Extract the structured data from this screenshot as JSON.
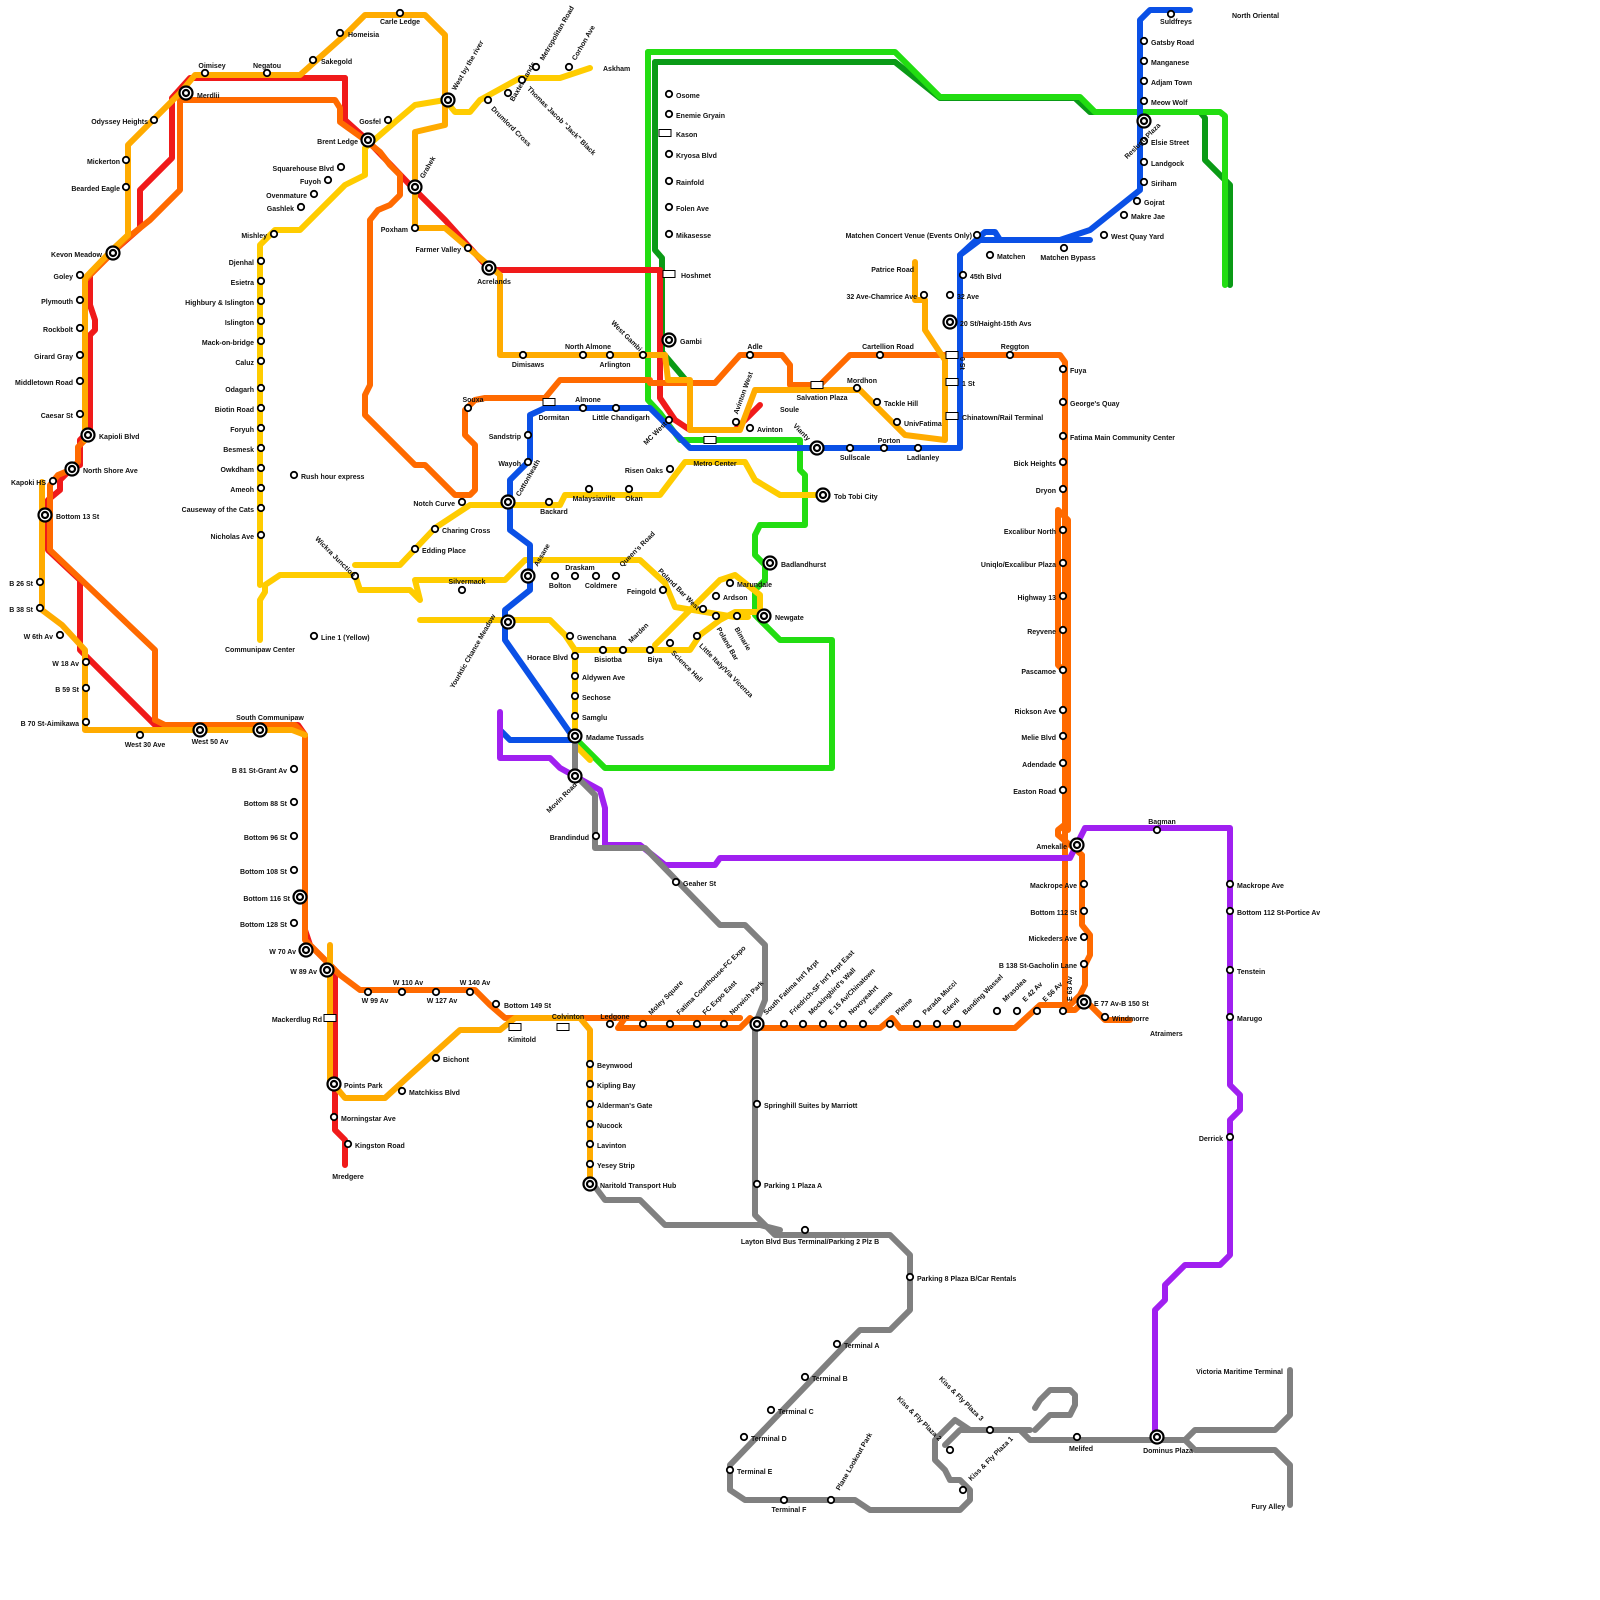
{
  "colors": {
    "red": "#f01a1a",
    "orange_dark": "#ff6a00",
    "orange": "#ffab00",
    "yellow": "#ffcc00",
    "green_light": "#22dd11",
    "green_dark": "#0a9a16",
    "blue": "#0a50e6",
    "purple": "#a020f0",
    "gray": "#808080"
  },
  "stations": {
    "carle_ledge": "Carle Ledge",
    "homeisia": "Homeisia",
    "sakegold": "Sakegold",
    "negatou": "Negatou",
    "oimisey": "Oimisey",
    "merdlii": "Merdlii",
    "odyssey_heights": "Odyssey Heights",
    "mickerton": "Mickerton",
    "bearded_eagle": "Bearded Eagle",
    "kevon_meadow": "Kevon Meadow",
    "goley": "Goley",
    "plymouth": "Plymouth",
    "rockbolt": "Rockbolt",
    "girard_gray": "Girard Gray",
    "middletown_road": "Middletown Road",
    "caesar_st": "Caesar St",
    "kapioli_blvd": "Kapioli Blvd",
    "north_shore_ave": "North Shore Ave",
    "kapoki_hs": "Kapoki HS",
    "bottom_13_st": "Bottom 13 St",
    "b26_st": "B 26 St",
    "b38_st": "B 38 St",
    "w6th_av": "W 6th Av",
    "w18_av": "W 18 Av",
    "b59_st": "B 59 St",
    "b70_st": "B 70 St-Aimikawa",
    "west_30_ave": "West 30 Ave",
    "west_50_av": "West 50 Av",
    "south_communipaw": "South Communipaw",
    "b81_st": "B 81 St-Grant Av",
    "bottom_88": "Bottom 88 St",
    "bottom_96": "Bottom 96 St",
    "bottom_108": "Bottom 108 St",
    "bottom_116": "Bottom 116 St",
    "bottom_128": "Bottom 128 St",
    "w70_av": "W 70 Av",
    "w89_av": "W 89 Av",
    "mackerdlug": "Mackerdlug Rd",
    "points_park": "Points Park",
    "morningstar": "Morningstar Ave",
    "kingston_road": "Kingston Road",
    "mredgere": "Mredgere",
    "w99_av": "W 99 Av",
    "w110_av": "W 110 Av",
    "w127_av": "W 127 Av",
    "w140_av": "W 140 Av",
    "bottom_149": "Bottom 149 St",
    "kimitold": "Kimitold",
    "colvinton": "Colvinton",
    "bichont": "Bichont",
    "matchkiss": "Matchkiss Blvd",
    "ledgone": "Ledgone",
    "moley_square": "Moley Square",
    "fatima_courthouse": "Fatima Courthouse-FC Expo",
    "fc_expo_east": "FC Expo East",
    "norwich_park": "Norwich Park",
    "south_fatima_intl": "South Fatima Int'l Arpt",
    "friedrich_sf": "Friedrich-SF Int'l Arpt East",
    "mockingbird": "Mockingbird's Wall",
    "e15_av": "E 15 Av/Chinatown",
    "novoyeahrt": "Novoyeahrt",
    "esesema": "Esesema",
    "pleine": "Pleine",
    "parada_mucci": "Parada Mucci",
    "edevil": "Edevil",
    "banding_wassel": "Banding Wassel",
    "mrasolea": "Mrasolea",
    "e42_av": "E 42 Av",
    "e56_av": "E 56 Av",
    "e63_av": "E 63 Av",
    "e77_av": "E 77 Av-B 150 St",
    "windmorre": "Windmorre",
    "atraimers": "Atraimers",
    "beynwood": "Beynwood",
    "kipling_bay": "Kipling Bay",
    "aldermans_gate": "Alderman's Gate",
    "nucock": "Nucock",
    "lavinton": "Lavinton",
    "yesey_strip": "Yesey Strip",
    "naritold": "Naritold Transport Hub",
    "springhill": "Springhill Suites by Marriott",
    "parking1": "Parking 1 Plaza A",
    "layton_blvd": "Layton Blvd Bus Terminal/Parking 2 Plz B",
    "parking8": "Parking 8 Plaza B/Car Rentals",
    "terminal_a": "Terminal A",
    "terminal_b": "Terminal B",
    "terminal_c": "Terminal C",
    "terminal_d": "Terminal D",
    "terminal_e": "Terminal E",
    "terminal_f": "Terminal F",
    "plane_lookout": "Plane Lookout Park",
    "kiss_fly_1": "Kiss & Fly Plaza 1",
    "kiss_fly_2": "Kiss & Fly Plaza 2",
    "kiss_fly_3": "Kiss & Fly Plaza 3",
    "melifed": "Melifed",
    "dominus_plaza": "Dominus Plaza",
    "victoria_maritime": "Victoria Maritime Terminal",
    "fury_alley": "Fury Alley",
    "derrick": "Derrick",
    "marugo": "Marugo",
    "tenstein": "Tenstein",
    "bottom_112_portice": "Bottom 112 St-Portice Av",
    "mackrope_ave_e": "Mackrope Ave",
    "bagman": "Bagman",
    "amekalle": "Amekalle",
    "mackrope_ave_w": "Mackrope Ave",
    "bottom_112": "Bottom 112 St",
    "mickeders": "Mickeders Ave",
    "b138_st": "B 138 St-Gacholin Lane",
    "easton_road": "Easton Road",
    "adendade": "Adendade",
    "melie_blvd": "Melie Blvd",
    "rickson_ave": "Rickson Ave",
    "pascamoe": "Pascamoe",
    "reyvene": "Reyvene",
    "highway13": "Highway 13",
    "uniqlo": "Uniqlo/Excalibur Plaza",
    "excalibur_north": "Excalibur North",
    "dryon": "Dryon",
    "bick_heights": "Bick Heights",
    "fatima_main": "Fatima Main Community Center",
    "georges_quay": "George's Quay",
    "fuya": "Fuya",
    "reggton": "Reggton",
    "cartellion": "Cartellion Road",
    "chinatown_rail": "Chinatown/Rail Terminal",
    "first_st": "1 St",
    "zero_st": "0 St",
    "twenty_st": "20 St/Haight-15th Avs",
    "thirtytwo_ave": "32 Ave",
    "thirtytwo_chamrice": "32 Ave-Chamrice Ave",
    "patrice_road": "Patrice Road",
    "fortyfifth": "45th Blvd",
    "matchen": "Matchen",
    "matchen_concert": "Matchen Concert Venue (Events Only)",
    "matchen_bypass": "Matchen Bypass",
    "west_quay_yard": "West Quay Yard",
    "makre_jae": "Makre Jae",
    "gojrat": "Gojrat",
    "siriham": "Siriham",
    "landgock": "Landgock",
    "elsie_street": "Elsie Street",
    "reslugo_plaza": "Reslugo Plaza",
    "meow_wolf": "Meow Wolf",
    "adjam_town": "Adjam Town",
    "manganese": "Manganese",
    "gatsby_road": "Gatsby Road",
    "suldfreys": "Suldfreys",
    "north_oriental": "North Oriental",
    "osome": "Osome",
    "enemie_gryain": "Enemie Gryain",
    "kason": "Kason",
    "kryosa": "Kryosa Blvd",
    "rainfold": "Rainfold",
    "folen_ave": "Folen Ave",
    "mikasesse": "Mikasesse",
    "hoshmet": "Hoshmet",
    "gambi": "Gambi",
    "west_gambi": "West Gambi",
    "mc_west": "MC West",
    "metro_center": "Metro Center",
    "avinton_west": "Avinton West",
    "avinton": "Avinton",
    "soule": "Soule",
    "adle": "Adle",
    "salvation_plaza": "Salvation Plaza",
    "mordhon": "Mordhon",
    "tackle_hill": "Tackle Hill",
    "univfatima": "UnivFatima",
    "porton": "Porton",
    "ladlanley": "Ladlanley",
    "sullscale": "Sullscale",
    "vianty": "Vianty",
    "tob_tobi": "Tob Tobi City",
    "badlandhurst": "Badlandhurst",
    "marundale": "Marundale",
    "ardson": "Ardson",
    "newgate": "Newgate",
    "bimarie": "Bimarie",
    "poland_bar": "Poland Bar",
    "poland_bar_west": "Poland Bar West",
    "little_italy": "Little Italy/Via Vicenza",
    "science_hall": "Science Hall",
    "biya": "Biya",
    "marden": "Marden",
    "bisiotba": "Bisiotba",
    "horace_blvd": "Horace Blvd",
    "gwenchana": "Gwenchana",
    "aldywen": "Aldywen Ave",
    "sechose": "Sechose",
    "samglu": "Samglu",
    "madame_tussads": "Madame Tussads",
    "movin_road": "Movin Road",
    "brandindud": "Brandindud",
    "geaher_st": "Geaher St",
    "yourktic": "Yourktic Chance Meadow",
    "silvermack": "Silvermack",
    "assane": "Assane",
    "bolton": "Bolton",
    "draskam": "Draskam",
    "coldmere": "Coldmere",
    "queens_road": "Queen's Road",
    "feingold": "Feingold",
    "wickra_junction": "Wickra Junction",
    "edding_place": "Edding Place",
    "charing_cross": "Charing Cross",
    "notch_curve": "Notch Curve",
    "cottonheath": "Cottonheath",
    "backard": "Backard",
    "malaysiaville": "Malaysiaville",
    "okan": "Okan",
    "risen_oaks": "Risen Oaks",
    "wayoh": "Wayoh",
    "sandstrip": "Sandstrip",
    "souxa": "Souxa",
    "dormitan": "Dormitan",
    "almone": "Almone",
    "little_chandigarh": "Little Chandigarh",
    "north_almone": "North Almone",
    "arlington": "Arlington",
    "dimisaws": "Dimisaws",
    "acrelands": "Acrelands",
    "farmer_valley": "Farmer Valley",
    "poxham": "Poxham",
    "grahek": "Grahek",
    "brent_ledge": "Brent Ledge",
    "gosfel": "Gosfel",
    "west_by_river": "West by the river",
    "drumlord_cross": "Drumlord Cross",
    "baxter_lands": "Baxter Lands",
    "thomas_jacob": "Thomas Jacob \"Jack\" Black",
    "metropolitan_road": "Metropolitan Road",
    "corhon_ave": "Corhon Ave",
    "askham": "Askham",
    "squarehouse": "Squarehouse Blvd",
    "fuyoh": "Fuyoh",
    "ovenmature": "Ovenmature",
    "gashlek": "Gashlek",
    "mishley": "Mishley",
    "djenhal": "Djenhal",
    "esietra": "Esietra",
    "highbury": "Highbury & Islington",
    "islington": "Islington",
    "mack_on_bridge": "Mack-on-bridge",
    "caluz": "Caluz",
    "odagarh": "Odagarh",
    "biotin_road": "Biotin Road",
    "foryuh": "Foryuh",
    "besmesk": "Besmesk",
    "owkdham": "Owkdham",
    "ameoh": "Ameoh",
    "causeway": "Causeway of the Cats",
    "nicholas_ave": "Nicholas Ave",
    "communipaw_center": "Communipaw Center",
    "rush_hour": "Rush hour express",
    "line1_yellow": "Line 1 (Yellow)"
  }
}
